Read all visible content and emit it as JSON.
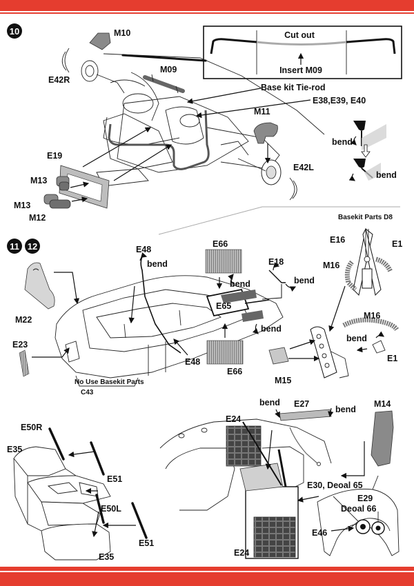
{
  "step10": {
    "number": "10",
    "labels": {
      "m10": "M10",
      "e42r": "E42R",
      "m09": "M09",
      "e19": "E19",
      "m13_top": "M13",
      "m13_bottom": "M13",
      "m12": "M12",
      "m11": "M11",
      "e42l": "E42L",
      "e38_e39_e40": "E38,E39, E40",
      "base_kit_tie_rod": "Base kit Tie-rod"
    },
    "callout": {
      "cut_out": "Cut out",
      "insert": "Insert M09"
    },
    "bend_detail": {
      "bend_1": "bend",
      "bend_2": "bend"
    }
  },
  "step11_12": {
    "number_a": "11",
    "number_b": "12",
    "labels": {
      "m22": "M22",
      "e23": "E23",
      "e48_top": "E48",
      "e48_bottom": "E48",
      "e66_top": "E66",
      "e66_bottom": "E66",
      "e65": "E65",
      "e18": "E18",
      "basekit_parts_d8": "Basekit Parts D8",
      "e16": "E16",
      "e1_top": "E1",
      "m16_top": "M16",
      "m16_bottom": "M16",
      "e1_bottom": "E1",
      "m15": "M15",
      "no_use_1": "No Use Basekit Parts",
      "no_use_2": "C43"
    },
    "bends": {
      "b1": "bend",
      "b2": "bend",
      "b3": "bend",
      "b4": "bend",
      "b5": "bend"
    }
  },
  "step_bottom_left": {
    "labels": {
      "e50r": "E50R",
      "e35_top": "E35",
      "e51_top": "E51",
      "e50l": "E50L",
      "e51_bottom": "E51",
      "e35_bottom": "E35"
    }
  },
  "step_bottom_right": {
    "labels": {
      "bend_left": "bend",
      "e27": "E27",
      "bend_right": "bend",
      "m14": "M14",
      "e24_top": "E24",
      "e30_decal": "E30, Deoal 65",
      "e29": "E29",
      "decal_66": "Deoal 66",
      "e46": "E46",
      "e24_bottom": "E24"
    }
  },
  "colors": {
    "band": "#e53d2f",
    "ink": "#111111",
    "part_gray": "#8a8a8a"
  }
}
